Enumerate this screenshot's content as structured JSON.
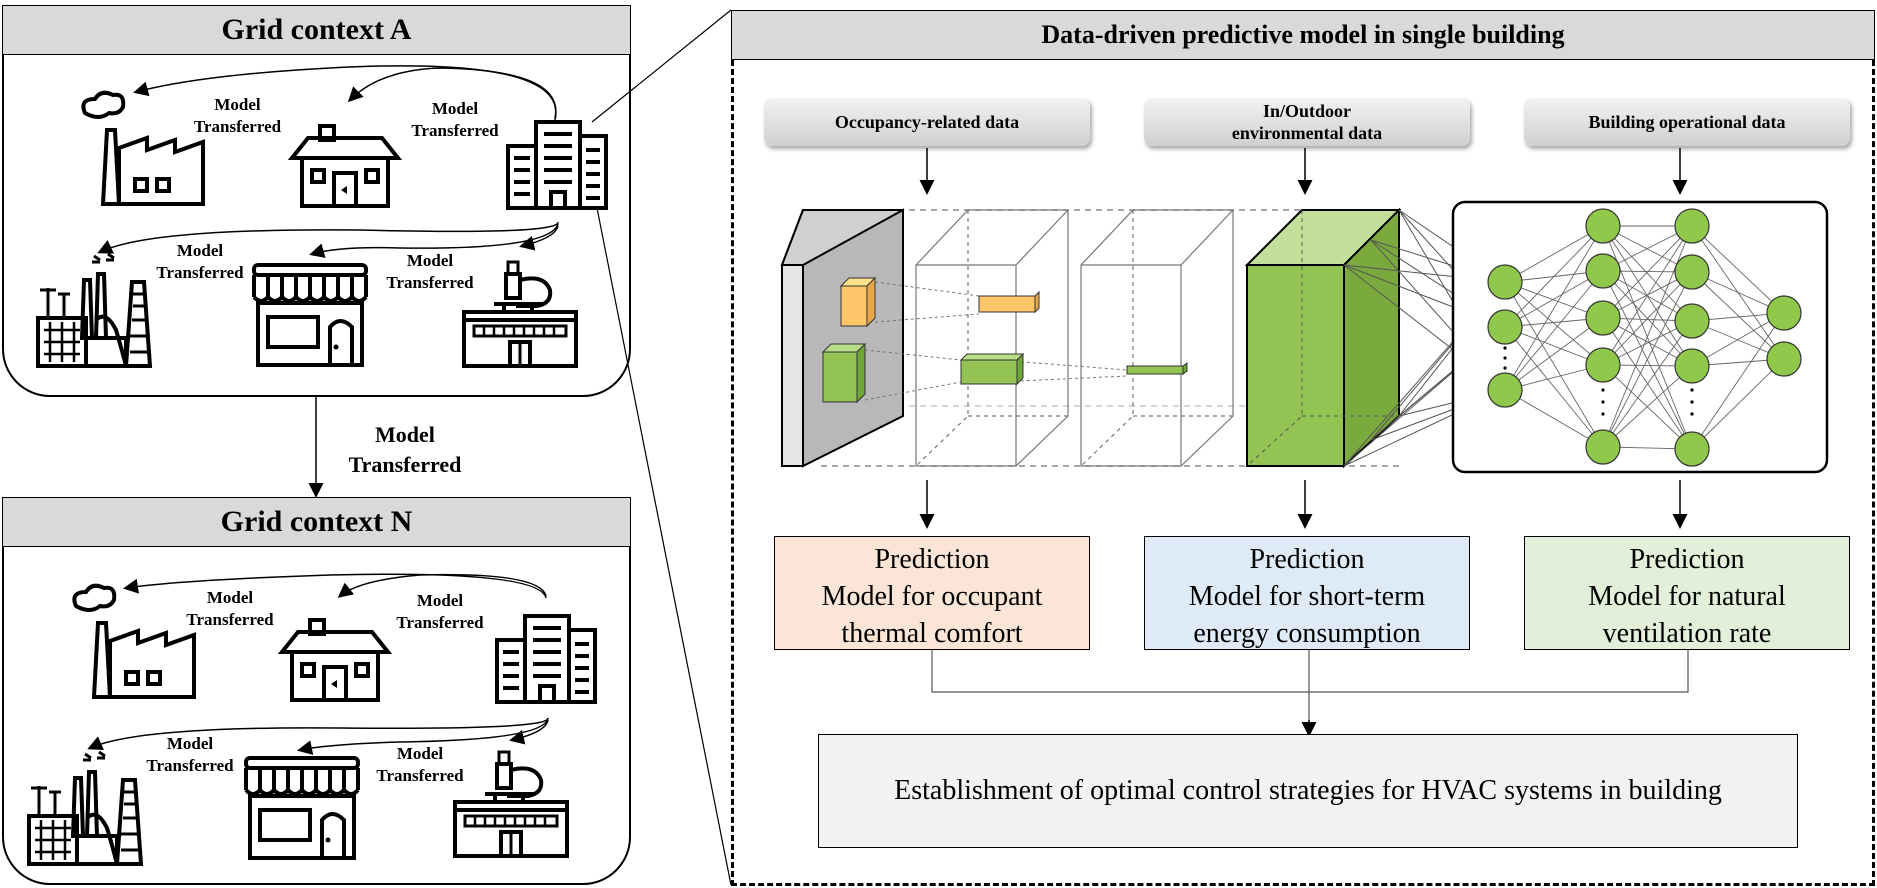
{
  "grid_a": {
    "title": "Grid context A",
    "labels": [
      "Model\nTransferred",
      "Model\nTransferred",
      "Model\nTransferred",
      "Model\nTransferred"
    ]
  },
  "between_grids": {
    "label": "Model\nTransferred"
  },
  "grid_n": {
    "title": "Grid context N",
    "labels": [
      "Model\nTransferred",
      "Model\nTransferred",
      "Model\nTransferred",
      "Model\nTransferred"
    ]
  },
  "panel": {
    "title": "Data-driven predictive model in single building",
    "inputs": [
      {
        "label": "Occupancy-related data"
      },
      {
        "label": "In/Outdoor\nenvironmental data"
      },
      {
        "label": "Building operational data"
      }
    ],
    "predictions": [
      {
        "line1": "Prediction",
        "line2": "Model for occupant",
        "line3": "thermal comfort",
        "color": "#fbe5d6"
      },
      {
        "line1": "Prediction",
        "line2": "Model for short-term",
        "line3": "energy consumption",
        "color": "#deebf7"
      },
      {
        "line1": "Prediction",
        "line2": "Model for natural",
        "line3": "ventilation rate",
        "color": "#e2f0d9"
      }
    ],
    "final": {
      "label": "Establishment of optimal control strategies for HVAC systems in building"
    }
  },
  "colors": {
    "header_gray": "#d9d9d9",
    "cnn_green": "#92c353",
    "cnn_orange": "#ffc66a",
    "node_green": "#8fc84a"
  },
  "icons": [
    "factory-icon",
    "house-icon",
    "office-building-icon",
    "power-plant-icon",
    "storefront-icon",
    "laboratory-icon"
  ]
}
